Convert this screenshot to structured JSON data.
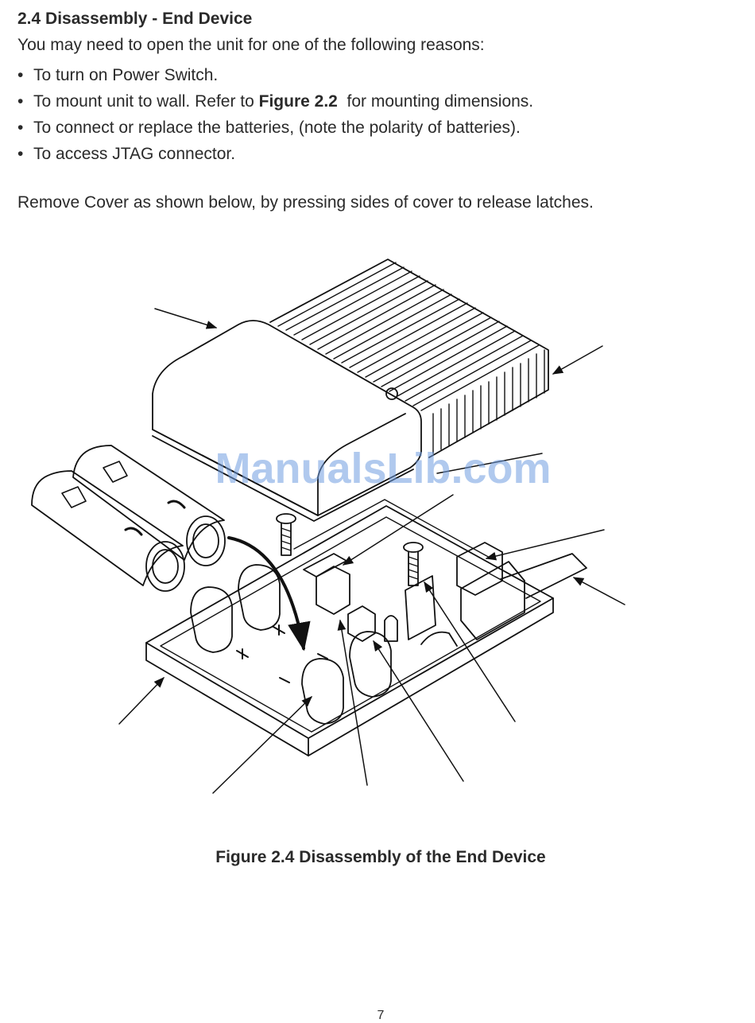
{
  "section": {
    "heading": "2.4  Disassembly - End Device",
    "intro": "You may need to open the unit for one of the following reasons:",
    "bullets": [
      {
        "text": "To turn on Power Switch."
      },
      {
        "before": "To mount unit to wall. Refer to ",
        "bold": "Figure 2.2",
        "after": "  for mounting dimensions."
      },
      {
        "text": "To connect or replace the batteries, (note the polarity of batteries)."
      },
      {
        "text": "To access JTAG connector."
      }
    ],
    "bullet_symbol": "•",
    "remove_text": "Remove Cover as shown below, by pressing sides of cover to release latches."
  },
  "figure": {
    "caption": "Figure 2.4  Disassembly of the End Device",
    "watermark": "ManualsLib.com"
  },
  "page_number": "7"
}
